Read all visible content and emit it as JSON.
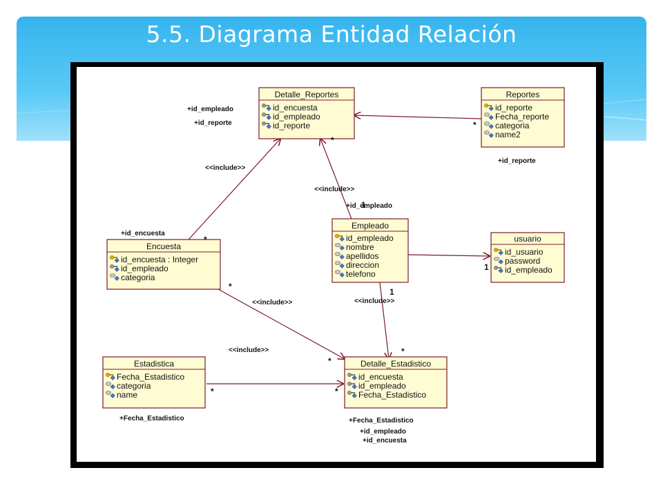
{
  "slide": {
    "title": "5.5. Diagrama Entidad Relación"
  },
  "colors": {
    "entity_fill": "#fffbd2",
    "entity_border": "#7a1a2a",
    "link": "#7a1a2a",
    "header_blue": "#36b4ee"
  },
  "entities": {
    "detalle_reportes": {
      "name": "Detalle_Reportes",
      "attributes": [
        {
          "label": "id_encuesta",
          "icon": "foreign-key-icon"
        },
        {
          "label": "id_empleado",
          "icon": "foreign-key-icon"
        },
        {
          "label": "id_reporte",
          "icon": "foreign-key-icon"
        }
      ]
    },
    "reportes": {
      "name": "Reportes",
      "attributes": [
        {
          "label": "id_reporte",
          "icon": "primary-key-icon"
        },
        {
          "label": "Fecha_reporte",
          "icon": "attribute-icon"
        },
        {
          "label": "categoria",
          "icon": "attribute-icon"
        },
        {
          "label": "name2",
          "icon": "attribute-icon"
        }
      ]
    },
    "empleado": {
      "name": "Empleado",
      "attributes": [
        {
          "label": "id_empleado",
          "icon": "primary-key-icon"
        },
        {
          "label": "nombre",
          "icon": "attribute-icon"
        },
        {
          "label": "apellidos",
          "icon": "attribute-icon"
        },
        {
          "label": "direccion",
          "icon": "attribute-icon"
        },
        {
          "label": "telefono",
          "icon": "attribute-icon"
        }
      ]
    },
    "usuario": {
      "name": "usuario",
      "attributes": [
        {
          "label": "id_usuario",
          "icon": "primary-key-icon"
        },
        {
          "label": "password",
          "icon": "attribute-icon"
        },
        {
          "label": "id_empleado",
          "icon": "foreign-key-icon"
        }
      ]
    },
    "encuesta": {
      "name": "Encuesta",
      "attributes": [
        {
          "label": "id_encuesta : Integer",
          "icon": "primary-key-icon"
        },
        {
          "label": "id_empleado",
          "icon": "foreign-key-icon"
        },
        {
          "label": "categoria",
          "icon": "attribute-icon"
        }
      ]
    },
    "estadistica": {
      "name": "Estadistica",
      "attributes": [
        {
          "label": "Fecha_Estadistico",
          "icon": "primary-key-icon"
        },
        {
          "label": "categoria",
          "icon": "attribute-icon"
        },
        {
          "label": "name",
          "icon": "attribute-icon"
        }
      ]
    },
    "detalle_estadistico": {
      "name": "Detalle_Estadistico",
      "attributes": [
        {
          "label": "id_encuesta",
          "icon": "foreign-key-icon"
        },
        {
          "label": "id_empleado",
          "icon": "foreign-key-icon"
        },
        {
          "label": "Fecha_Estadistico",
          "icon": "foreign-key-icon"
        }
      ]
    }
  },
  "labels": {
    "dr_id_empleado": "+id_empleado",
    "dr_id_reporte": "+id_reporte",
    "rep_id_reporte": "+id_reporte",
    "include_1": "<<include>>",
    "include_2": "<<include>>",
    "emp_id_empleado": "+id_empleado",
    "enc_id_encuesta": "+id_encuesta",
    "include_3": "<<include>>",
    "include_4": "<<include>>",
    "include_5": "<<include>>",
    "est_fecha": "+Fecha_Estadistico",
    "de_fecha": "+Fecha_Estadistico",
    "de_id_empleado": "+id_empleado",
    "de_id_encuesta": "+id_encuesta"
  },
  "multiplicities": {
    "star": "*",
    "one": "1"
  }
}
